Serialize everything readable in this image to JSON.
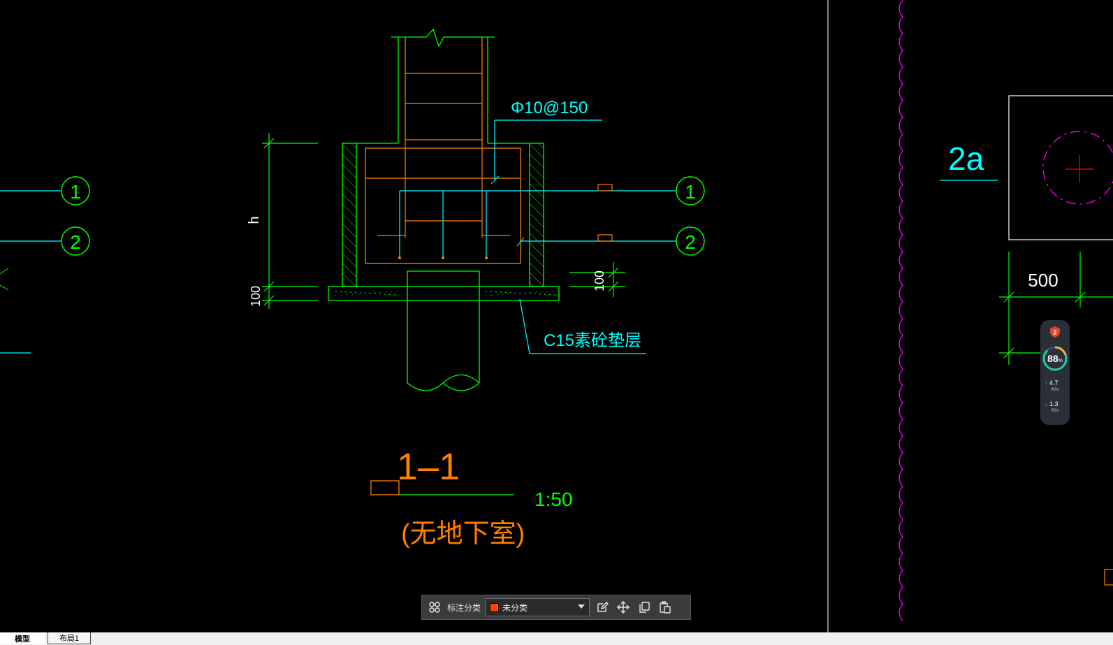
{
  "drawing": {
    "rebar_spec": "Φ10@150",
    "bubble_1": "1",
    "bubble_2": "2",
    "dim_h": "h",
    "dim_100_left": "100",
    "dim_100_right": "100",
    "cushion_note": "C15素砼垫层",
    "section_label": "1–1",
    "scale": "1:50",
    "section_note": "(无地下室)",
    "detail_label": "2a",
    "dim_500": "500"
  },
  "colors": {
    "green": "#00ff00",
    "cyan": "#00ffff",
    "orange": "#ff7f00",
    "magenta": "#ff00ff",
    "red": "#ff0000",
    "white": "#ffffff"
  },
  "toolbar": {
    "category_label": "标注分类",
    "category_value": "未分类",
    "category_swatch": "#ff4400",
    "icons": [
      "grid-icon",
      "edit-icon",
      "move-icon",
      "copy-icon",
      "paste-icon"
    ]
  },
  "tabs": {
    "model": "模型",
    "layout1": "布局1"
  },
  "net_widget": {
    "badge": "2",
    "percent": "88",
    "percent_unit": "%",
    "up_speed": "4.7",
    "down_speed": "1.3",
    "unit": "K/s"
  }
}
